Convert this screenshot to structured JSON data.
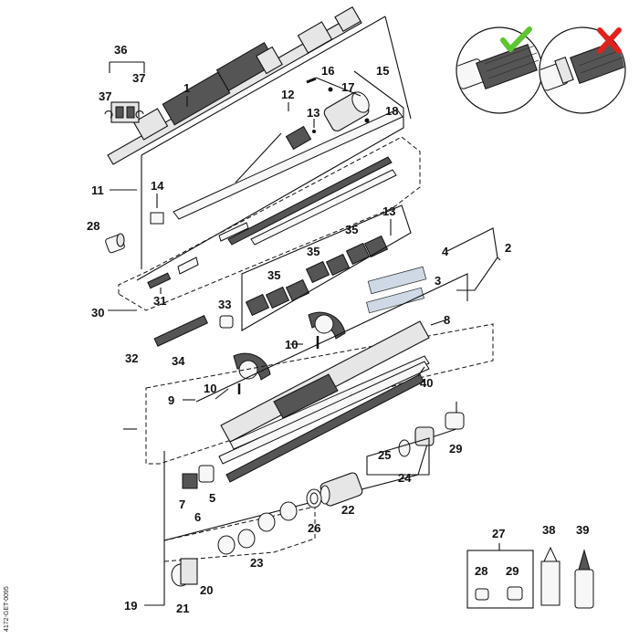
{
  "diagram": {
    "callouts": {
      "c1": "1",
      "c2": "2",
      "c3": "3",
      "c4": "4",
      "c5": "5",
      "c6": "6",
      "c7": "7",
      "c8": "8",
      "c9": "9",
      "c10a": "10",
      "c10b": "10",
      "c11": "11",
      "c12": "12",
      "c13a": "13",
      "c13b": "13",
      "c14": "14",
      "c15": "15",
      "c16": "16",
      "c17": "17",
      "c18": "18",
      "c19": "19",
      "c20": "20",
      "c21": "21",
      "c22": "22",
      "c23": "23",
      "c24": "24",
      "c25": "25",
      "c26": "26",
      "c27": "27",
      "c28a": "28",
      "c28b": "28",
      "c29a": "29",
      "c29b": "29",
      "c30": "30",
      "c31": "31",
      "c32": "32",
      "c33": "33",
      "c34": "34",
      "c35a": "35",
      "c35b": "35",
      "c35c": "35",
      "c36": "36",
      "c37a": "37",
      "c37b": "37",
      "c38": "38",
      "c39": "39",
      "c40": "40"
    },
    "side_code": "4172-GET-0095",
    "inset_status": {
      "correct": "check",
      "incorrect": "cross"
    },
    "colors": {
      "check": "#5cc531",
      "cross": "#e0221c",
      "line": "#111111"
    }
  }
}
